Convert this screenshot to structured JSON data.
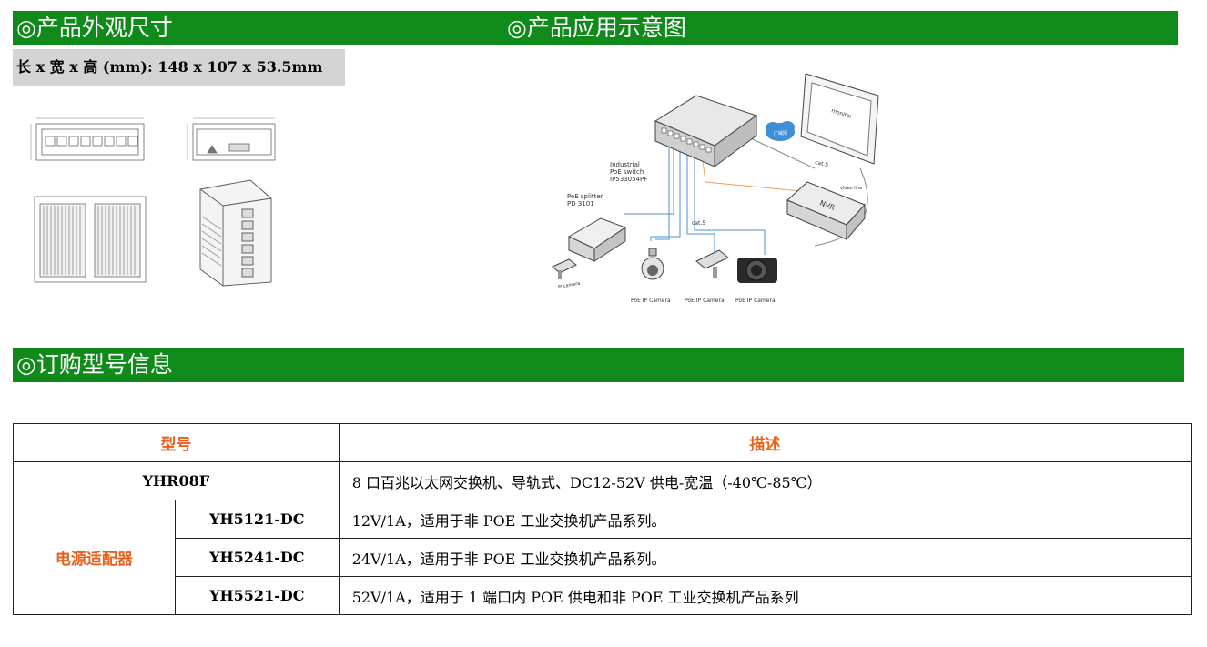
{
  "sections": {
    "dimensions_heading": "◎产品外观尺寸",
    "application_heading": "◎产品应用示意图",
    "ordering_heading": "◎订购型号信息"
  },
  "dimensions_text": "长 x 宽 x 高 (mm): 148 x 107 x 53.5mm",
  "diagram": {
    "switch_label": [
      "Industrial",
      "PoE switch",
      "IP533054PF"
    ],
    "splitter_label": [
      "PoE splitter",
      "PD 3101"
    ],
    "cloud_label": "广域网",
    "monitor_label": "monitor",
    "cable_label_1": "cat.5",
    "cable_label_2": "cat.5",
    "video_line_label": "video line",
    "nvr_label": "NVR",
    "camera_label_1": "IP camera",
    "camera_label_2": "PoE IP Camera",
    "camera_label_3": "PoE IP Camera",
    "camera_label_4": "PoE IP Camera"
  },
  "table": {
    "headers": {
      "model": "型号",
      "description": "描述"
    },
    "main_row": {
      "model": "YHR08F",
      "description": "8 口百兆以太网交换机、导轨式、DC12-52V 供电-宽温（-40℃-85℃）"
    },
    "group_label": "电源适配器",
    "adapters": [
      {
        "model": "YH5121-DC",
        "description": "12V/1A，适用于非 POE 工业交换机产品系列。"
      },
      {
        "model": "YH5241-DC",
        "description": "24V/1A，适用于非 POE 工业交换机产品系列。"
      },
      {
        "model": "YH5521-DC",
        "description": "52V/1A，适用于 1 端口内 POE 供电和非 POE 工业交换机产品系列"
      }
    ]
  },
  "colors": {
    "heading_bar": "#108a1a",
    "header_text": "#e8601c",
    "dims_bg": "#d4d4d4",
    "cable_blue": "#4a90d9",
    "cable_orange": "#f0a060"
  }
}
